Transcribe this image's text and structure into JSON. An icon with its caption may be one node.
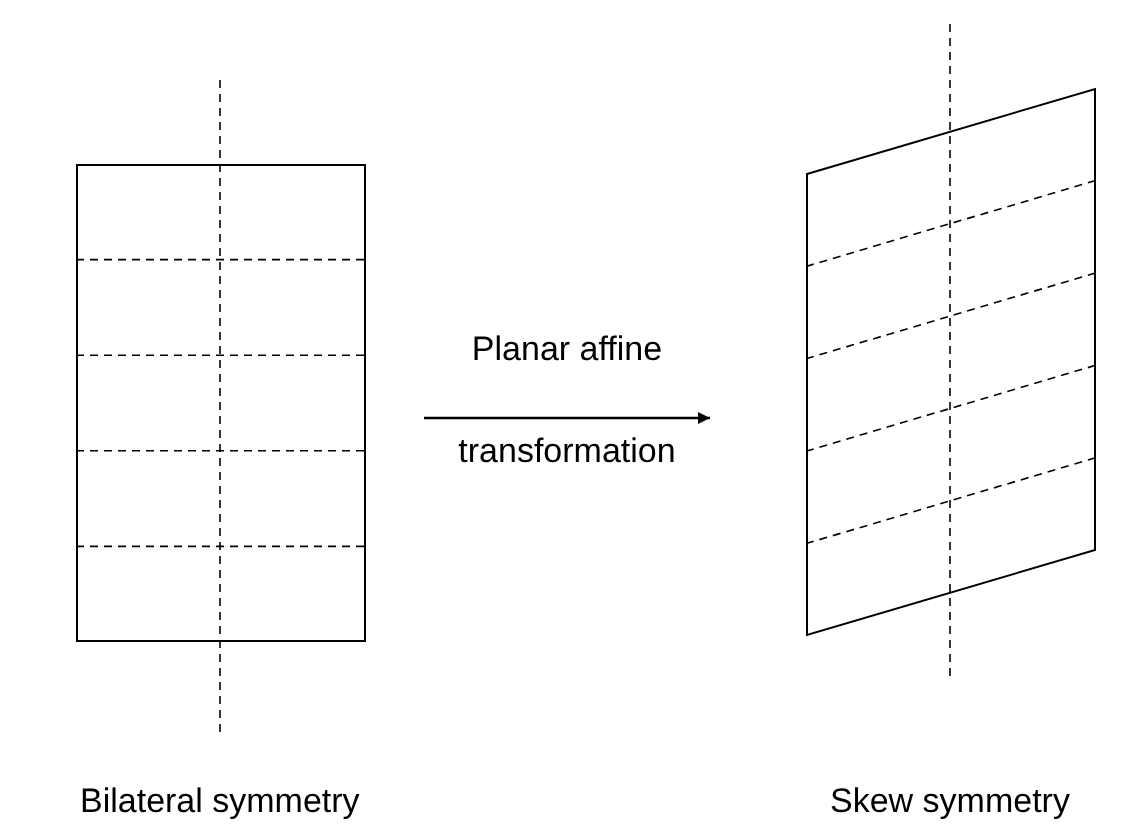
{
  "diagram": {
    "nodes": [
      {
        "text": [],
        "shape": "box"
      },
      {
        "text": [],
        "shape": "parallelogram"
      }
    ],
    "edges": [
      {
        "from": 0,
        "to": 1,
        "arrow": "to",
        "label": "Planar affine transformation"
      }
    ],
    "labels": [
      "Bilateral symmetry",
      "Skew symmetry"
    ]
  }
}
